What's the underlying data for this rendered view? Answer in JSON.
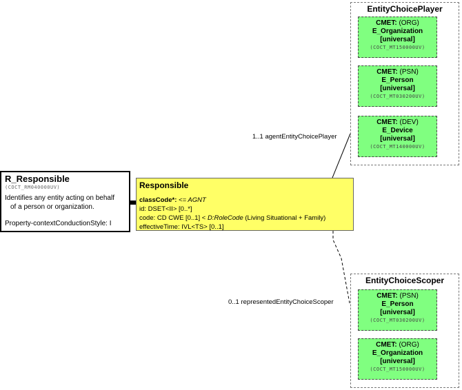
{
  "entry_point": {
    "title": "R_Responsible",
    "code": "(COCT_RM040000UV)",
    "description_line1": "Identifies any entity acting on behalf",
    "description_line2": "of a person or organization.",
    "property": "Property-contextConductionStyle: I"
  },
  "main_class": {
    "title": "Responsible",
    "class_code_label": "classCode*:",
    "class_code_value": "<= AGNT",
    "id": "id: DSET<II> [0..*]",
    "code_prefix": "code: CD CWE [0..1] <",
    "code_domain": "D:RoleCode",
    "code_suffix": "(Living Situational + Family)",
    "effective_time": "effectiveTime: IVL<TS> [0..1]"
  },
  "player_choice": {
    "title": "EntityChoicePlayer",
    "association": "1..1 agentEntityChoicePlayer",
    "cmets": [
      {
        "kind": "(ORG)",
        "name": "E_Organization",
        "scope": "[universal]",
        "code": "(COCT_MT150000UV)"
      },
      {
        "kind": "(PSN)",
        "name": "E_Person",
        "scope": "[universal]",
        "code": "(COCT_MT030200UV)"
      },
      {
        "kind": "(DEV)",
        "name": "E_Device",
        "scope": "[universal]",
        "code": "(COCT_MT140000UV)"
      }
    ]
  },
  "scoper_choice": {
    "title": "EntityChoiceScoper",
    "association": "0..1 representedEntityChoiceScoper",
    "cmets": [
      {
        "kind": "(PSN)",
        "name": "E_Person",
        "scope": "[universal]",
        "code": "(COCT_MT030200UV)"
      },
      {
        "kind": "(ORG)",
        "name": "E_Organization",
        "scope": "[universal]",
        "code": "(COCT_MT150000UV)"
      }
    ]
  },
  "cmet_label": "CMET:"
}
